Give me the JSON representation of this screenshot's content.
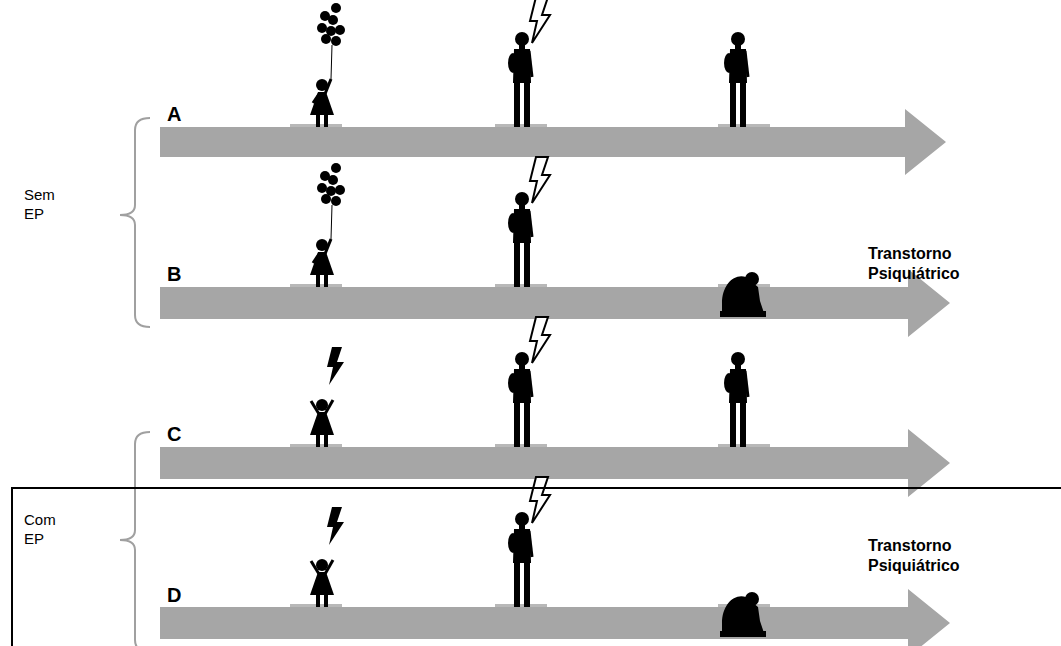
{
  "diagram": {
    "labels": [
      "A",
      "Sem EP",
      "B",
      "Transtorno Psiquiátrico",
      "C",
      "Com EP",
      "D",
      "Transtorno Psiquiátrico"
    ]
  }
}
